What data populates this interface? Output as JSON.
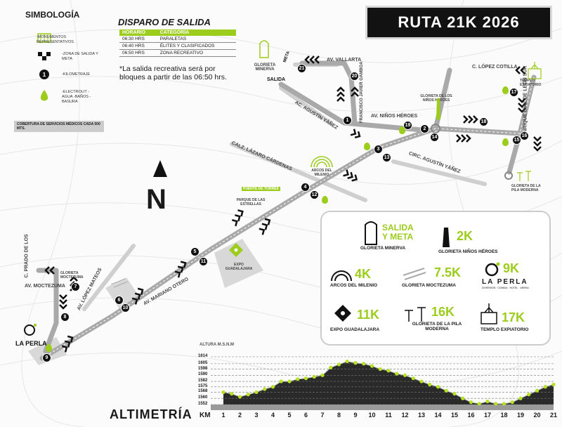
{
  "title": "RUTA 21K 2026",
  "symbology": {
    "heading": "SIMBOLOGÍA",
    "items": [
      {
        "icon": "monument-icon",
        "label": "-MONUMENTOS REPRESENTATIVOS"
      },
      {
        "icon": "checkered-flag-icon",
        "label": "-ZONA DE SALIDA Y META"
      },
      {
        "icon": "km-marker-icon",
        "label": "-KILOMETRAJE"
      },
      {
        "icon": "water-drop-icon",
        "label": "-ELECTROLIT -AGUA -BAÑOS -BASURA"
      }
    ],
    "medical": "COBERTURA DE SERVICIOS MÉDICOS CADA 500 MTS."
  },
  "schedule": {
    "heading": "DISPARO DE SALIDA",
    "col_time": "HORARIO",
    "col_category": "CATEGORÍA",
    "rows": [
      {
        "time": "06:30 HRS",
        "category": "PARALETAS"
      },
      {
        "time": "06:40 HRS",
        "category": "ÉLITES Y CLASIFICADOS"
      },
      {
        "time": "06:50 HRS",
        "category": "ZONA RECREATIVO"
      }
    ],
    "note": "*La salida recreativa será por bloques a partir de las 06:50 hrs."
  },
  "map": {
    "streets": {
      "vallarta": "AV. VALLARTA",
      "agustin_yanez_1": "AC. AGUSTÍN YÁÑEZ",
      "ninos_heroes": "AV. NIÑOS HÉROES",
      "lazaro_cardenas": "CALZ. LÁZARO CÁRDENAS",
      "agustin_yanez_2": "CIRC. AGUSTÍN YÁÑEZ",
      "mariano_otero": "AV. MARIANO OTERO",
      "lopez_mateos": "AV. LÓPEZ MATEOS",
      "moctezuma": "AV. MOCTEZUMA",
      "prado_de_los": "C. PRADO DE LOS",
      "lopez_cotilla": "C. LÓPEZ COTILLA",
      "enrique_diaz": "ENRIQUE DÍAZ DE LEÓN SUR",
      "chapultepec": "FRANCISCO JAVIER GAMBOA"
    },
    "places": {
      "minerva": "GLORIETA MINERVA",
      "salida": "SALIDA",
      "meta": "META",
      "ninos_heroes": "GLORIETA DE LOS NIÑOS HÉROES",
      "templo": "TEMPLO EXPIATORIO",
      "pila_moderna": "GLORIETA DE LA PILA MODERNA",
      "arcos": "ARCOS DEL MILENIO",
      "parque_estrellas": "PARQUE DE LAS ESTRELLAS",
      "expo": "EXPO GUADALAJARA",
      "moctezuma": "GLORIETA MOCTEZUMA",
      "la_perla": "LA PERLA",
      "puente": "PUENTE DE TORRES"
    },
    "north": "N",
    "km_markers": [
      "1",
      "2",
      "3",
      "4",
      "5",
      "6",
      "7",
      "8",
      "9",
      "10",
      "11",
      "12",
      "13",
      "14",
      "15",
      "16",
      "17",
      "18",
      "19",
      "20",
      "21"
    ]
  },
  "legend": {
    "items": [
      {
        "km": "SALIDA Y META",
        "place": "GLORIETA MINERVA",
        "icon": "minerva-icon"
      },
      {
        "km": "2K",
        "place": "GLORIETA NIÑOS HÉROES",
        "icon": "obelisk-icon"
      },
      {
        "km": "4K",
        "place": "ARCOS DEL MILENIO",
        "icon": "arches-icon"
      },
      {
        "km": "7.5K",
        "place": "GLORIETA MOCTEZUMA",
        "icon": "moctezuma-icon"
      },
      {
        "km": "9K",
        "place": "LA PERLA",
        "icon": "la-perla-logo-icon",
        "sub": "DIVERSIÓN · COMIDA · HOTEL · ARENA"
      },
      {
        "km": "11K",
        "place": "EXPO GUADALAJARA",
        "icon": "expo-icon"
      },
      {
        "km": "16K",
        "place": "GLORIETA DE LA PILA MODERNA",
        "icon": "palms-icon"
      },
      {
        "km": "17K",
        "place": "TEMPLO EXPIATORIO",
        "icon": "temple-icon"
      }
    ]
  },
  "altimetry": {
    "heading": "ALTIMETRÍA",
    "km_label": "KM",
    "axis_title": "ALTURA M.S.N.M",
    "y_ticks": [
      1614,
      1605,
      1598,
      1590,
      1582,
      1575,
      1568,
      1560,
      1552
    ],
    "x_ticks": [
      "1",
      "2",
      "3",
      "4",
      "5",
      "6",
      "7",
      "8",
      "9",
      "10",
      "11",
      "12",
      "13",
      "14",
      "15",
      "16",
      "17",
      "18",
      "19",
      "20",
      "21"
    ]
  },
  "chart_data": {
    "type": "area",
    "title": "ALTIMETRÍA",
    "xlabel": "KM",
    "ylabel": "ALTURA M.S.N.M",
    "x": [
      1,
      1.5,
      2,
      2.5,
      3,
      3.5,
      4,
      4.5,
      5,
      5.5,
      6,
      6.5,
      7,
      7.5,
      8,
      8.5,
      9,
      9.5,
      10,
      10.5,
      11,
      11.5,
      12,
      12.5,
      13,
      13.5,
      14,
      14.5,
      15,
      15.5,
      16,
      16.5,
      17,
      17.5,
      18,
      18.5,
      19,
      19.5,
      20,
      20.5,
      21
    ],
    "y": [
      1568,
      1566,
      1562,
      1565,
      1568,
      1572,
      1575,
      1582,
      1582,
      1585,
      1586,
      1588,
      1590,
      1600,
      1604,
      1608,
      1606,
      1605,
      1602,
      1598,
      1596,
      1592,
      1590,
      1586,
      1582,
      1578,
      1575,
      1570,
      1566,
      1560,
      1555,
      1553,
      1556,
      1553,
      1553,
      1555,
      1560,
      1565,
      1570,
      1575,
      1578
    ],
    "ylim": [
      1552,
      1614
    ],
    "xlim": [
      1,
      21
    ]
  }
}
